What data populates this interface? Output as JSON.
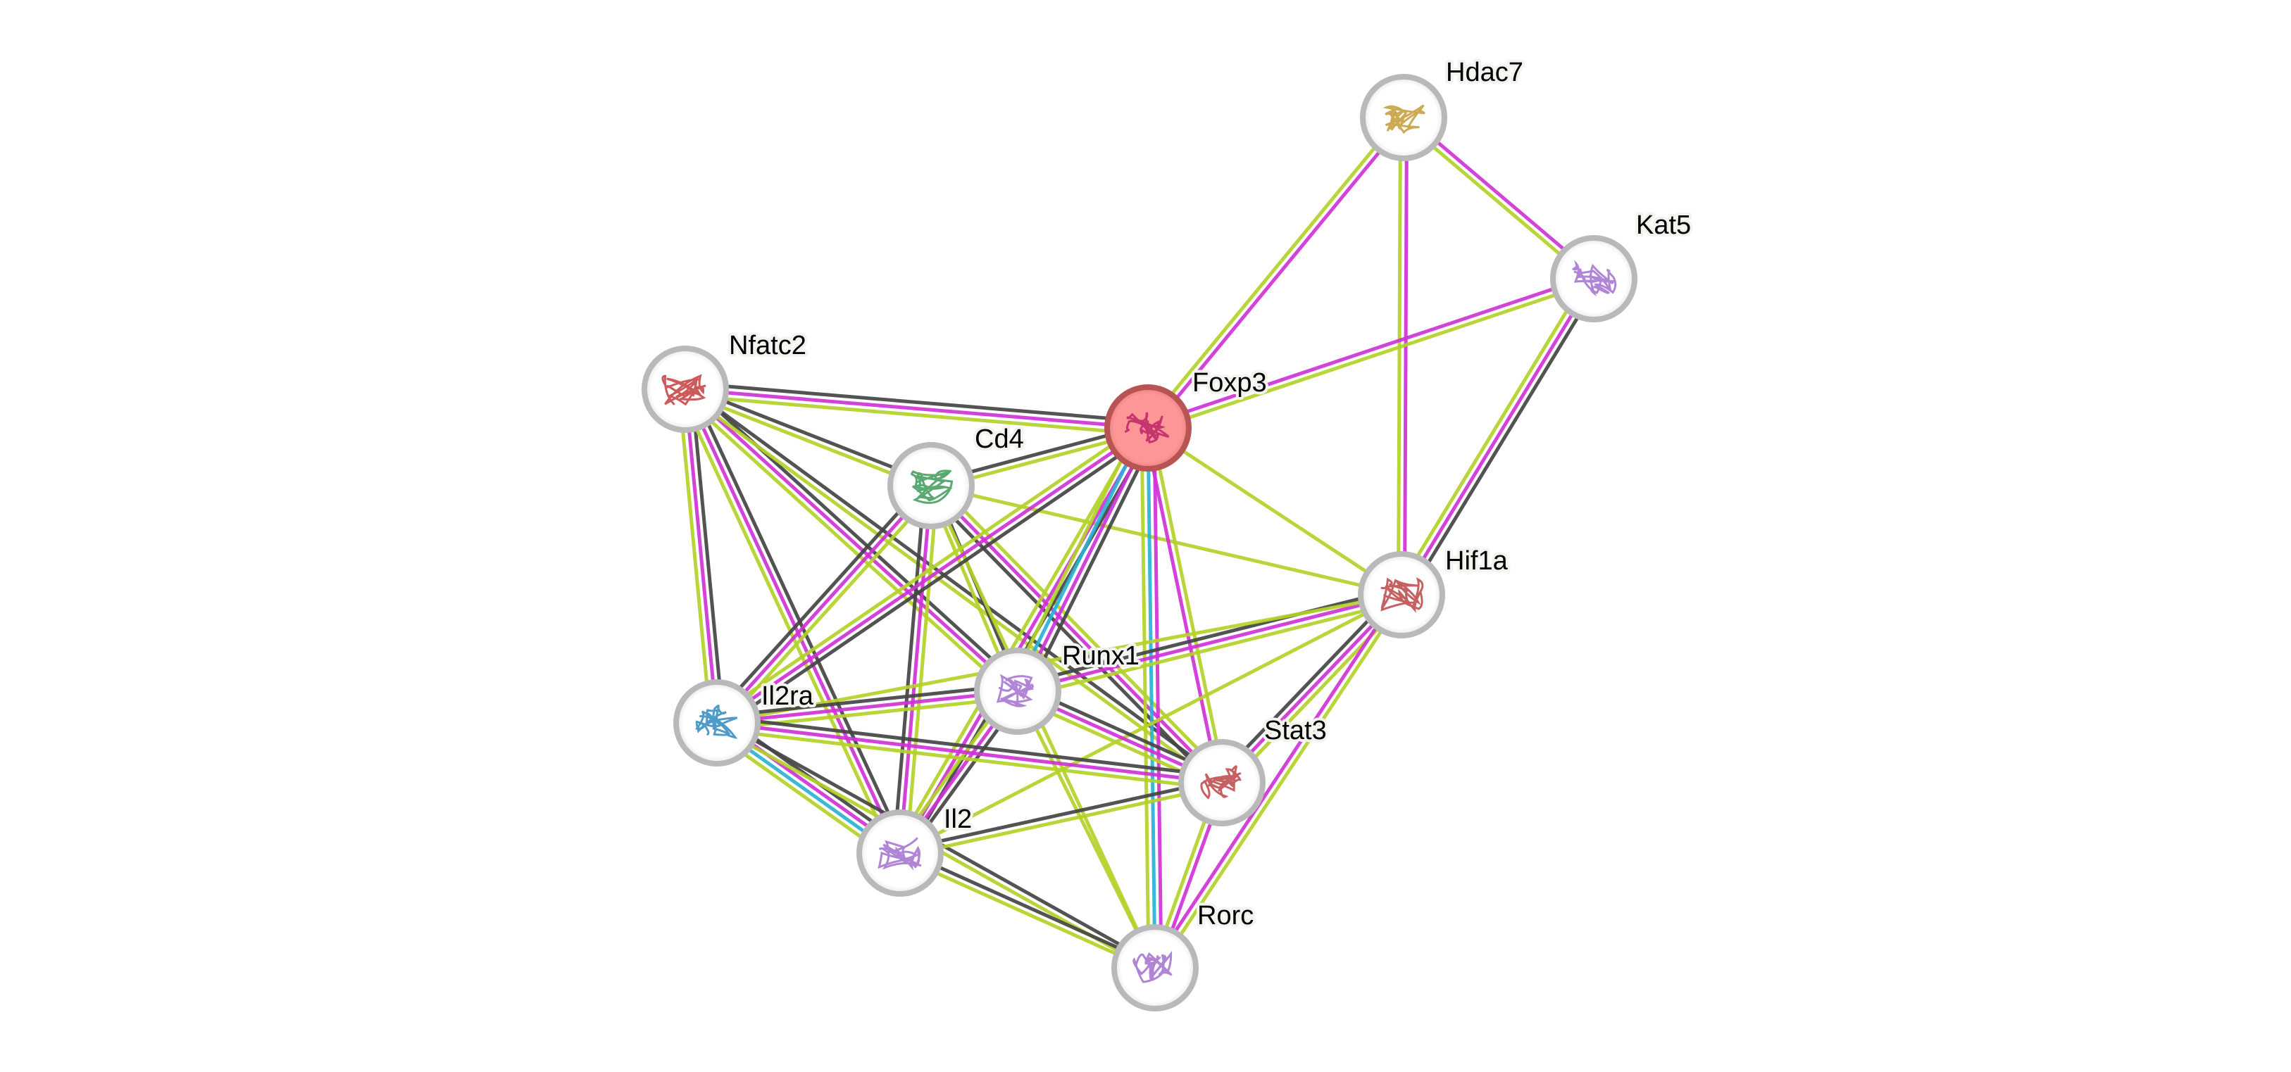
{
  "network": {
    "title": "Protein interaction network",
    "colors": {
      "black": "#454545",
      "magenta": "#d032d6",
      "green": "#b4d22a",
      "cyan": "#2bb1d4",
      "ring": "#b9b9b9",
      "query_fill": "#fd9797",
      "query_ring": "#b85454",
      "label_halo": "#f3f3ef"
    },
    "nodes": [
      {
        "id": "Hdac7",
        "label": "Hdac7",
        "query": false,
        "structure_color": "#c9a040"
      },
      {
        "id": "Kat5",
        "label": "Kat5",
        "query": false,
        "structure_color": "#a878d0"
      },
      {
        "id": "Nfatc2",
        "label": "Nfatc2",
        "query": false,
        "structure_color": "#c84848"
      },
      {
        "id": "Foxp3",
        "label": "Foxp3",
        "query": true,
        "structure_color": "#c02a6a"
      },
      {
        "id": "Cd4",
        "label": "Cd4",
        "query": false,
        "structure_color": "#48a060"
      },
      {
        "id": "Hif1a",
        "label": "Hif1a",
        "query": false,
        "structure_color": "#c05050"
      },
      {
        "id": "Runx1",
        "label": "Runx1",
        "query": false,
        "structure_color": "#a878d0"
      },
      {
        "id": "Il2ra",
        "label": "Il2ra",
        "query": false,
        "structure_color": "#3a90c0"
      },
      {
        "id": "Stat3",
        "label": "Stat3",
        "query": false,
        "structure_color": "#c05050"
      },
      {
        "id": "Il2",
        "label": "Il2",
        "query": false,
        "structure_color": "#a878d0"
      },
      {
        "id": "Rorc",
        "label": "Rorc",
        "query": false,
        "structure_color": "#a878d0"
      }
    ],
    "edges": [
      {
        "source": "Hdac7",
        "target": "Foxp3",
        "evidence": [
          "magenta",
          "green"
        ]
      },
      {
        "source": "Hdac7",
        "target": "Kat5",
        "evidence": [
          "magenta",
          "green"
        ]
      },
      {
        "source": "Hdac7",
        "target": "Hif1a",
        "evidence": [
          "magenta",
          "green"
        ]
      },
      {
        "source": "Kat5",
        "target": "Foxp3",
        "evidence": [
          "green",
          "magenta"
        ]
      },
      {
        "source": "Kat5",
        "target": "Hif1a",
        "evidence": [
          "black",
          "magenta",
          "green"
        ]
      },
      {
        "source": "Nfatc2",
        "target": "Foxp3",
        "evidence": [
          "black",
          "magenta",
          "green"
        ]
      },
      {
        "source": "Nfatc2",
        "target": "Cd4",
        "evidence": [
          "black",
          "green"
        ]
      },
      {
        "source": "Nfatc2",
        "target": "Il2ra",
        "evidence": [
          "black",
          "magenta",
          "green"
        ]
      },
      {
        "source": "Nfatc2",
        "target": "Il2",
        "evidence": [
          "black",
          "magenta",
          "green"
        ]
      },
      {
        "source": "Nfatc2",
        "target": "Runx1",
        "evidence": [
          "black",
          "magenta",
          "green"
        ]
      },
      {
        "source": "Nfatc2",
        "target": "Stat3",
        "evidence": [
          "black",
          "green"
        ]
      },
      {
        "source": "Cd4",
        "target": "Foxp3",
        "evidence": [
          "black",
          "green"
        ]
      },
      {
        "source": "Cd4",
        "target": "Hif1a",
        "evidence": [
          "green"
        ]
      },
      {
        "source": "Cd4",
        "target": "Il2ra",
        "evidence": [
          "green",
          "magenta",
          "black"
        ]
      },
      {
        "source": "Cd4",
        "target": "Il2",
        "evidence": [
          "green",
          "magenta",
          "black"
        ]
      },
      {
        "source": "Cd4",
        "target": "Runx1",
        "evidence": [
          "black",
          "green"
        ]
      },
      {
        "source": "Cd4",
        "target": "Stat3",
        "evidence": [
          "green",
          "magenta",
          "black"
        ]
      },
      {
        "source": "Cd4",
        "target": "Rorc",
        "evidence": [
          "green"
        ]
      },
      {
        "source": "Foxp3",
        "target": "Il2ra",
        "evidence": [
          "black",
          "magenta",
          "green"
        ]
      },
      {
        "source": "Foxp3",
        "target": "Il2",
        "evidence": [
          "black",
          "magenta",
          "green"
        ]
      },
      {
        "source": "Foxp3",
        "target": "Runx1",
        "evidence": [
          "black",
          "magenta",
          "cyan",
          "green"
        ]
      },
      {
        "source": "Foxp3",
        "target": "Hif1a",
        "evidence": [
          "green"
        ]
      },
      {
        "source": "Foxp3",
        "target": "Stat3",
        "evidence": [
          "green",
          "magenta"
        ]
      },
      {
        "source": "Foxp3",
        "target": "Rorc",
        "evidence": [
          "magenta",
          "cyan",
          "green"
        ]
      },
      {
        "source": "Hif1a",
        "target": "Runx1",
        "evidence": [
          "green",
          "magenta",
          "black"
        ]
      },
      {
        "source": "Hif1a",
        "target": "Il2ra",
        "evidence": [
          "green"
        ]
      },
      {
        "source": "Hif1a",
        "target": "Il2",
        "evidence": [
          "green"
        ]
      },
      {
        "source": "Hif1a",
        "target": "Stat3",
        "evidence": [
          "green",
          "magenta",
          "black"
        ]
      },
      {
        "source": "Hif1a",
        "target": "Rorc",
        "evidence": [
          "green",
          "magenta"
        ]
      },
      {
        "source": "Runx1",
        "target": "Il2ra",
        "evidence": [
          "green",
          "magenta",
          "black"
        ]
      },
      {
        "source": "Runx1",
        "target": "Il2",
        "evidence": [
          "black",
          "magenta",
          "green"
        ]
      },
      {
        "source": "Runx1",
        "target": "Stat3",
        "evidence": [
          "black",
          "magenta",
          "green"
        ]
      },
      {
        "source": "Runx1",
        "target": "Rorc",
        "evidence": [
          "green"
        ]
      },
      {
        "source": "Il2ra",
        "target": "Il2",
        "evidence": [
          "black",
          "magenta",
          "cyan",
          "green"
        ]
      },
      {
        "source": "Il2ra",
        "target": "Stat3",
        "evidence": [
          "black",
          "magenta",
          "green"
        ]
      },
      {
        "source": "Il2ra",
        "target": "Rorc",
        "evidence": [
          "black",
          "green"
        ]
      },
      {
        "source": "Il2",
        "target": "Stat3",
        "evidence": [
          "black",
          "green"
        ]
      },
      {
        "source": "Il2",
        "target": "Rorc",
        "evidence": [
          "black",
          "green"
        ]
      },
      {
        "source": "Stat3",
        "target": "Rorc",
        "evidence": [
          "magenta",
          "green"
        ]
      }
    ]
  }
}
